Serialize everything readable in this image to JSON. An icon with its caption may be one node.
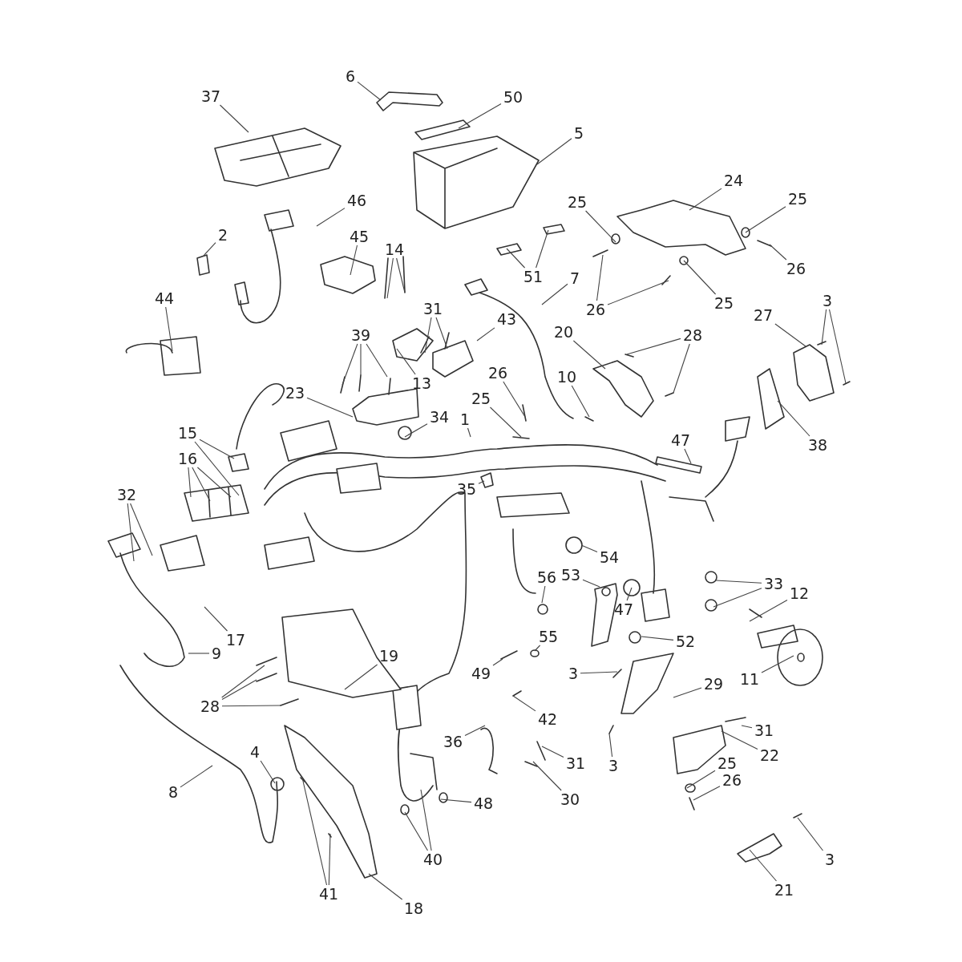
{
  "diagram": {
    "nodes": [
      {
        "text": [
          "6"
        ]
      },
      {
        "text": [
          "37"
        ]
      },
      {
        "text": [
          "50"
        ]
      },
      {
        "text": [
          "5"
        ]
      },
      {
        "text": [
          "2"
        ]
      },
      {
        "text": [
          "46"
        ]
      },
      {
        "text": [
          "45"
        ]
      },
      {
        "text": [
          "14"
        ]
      },
      {
        "text": [
          "24"
        ]
      },
      {
        "text": [
          "25"
        ]
      },
      {
        "text": [
          "25"
        ]
      },
      {
        "text": [
          "26"
        ]
      },
      {
        "text": [
          "26"
        ]
      },
      {
        "text": [
          "25"
        ]
      },
      {
        "text": [
          "51"
        ]
      },
      {
        "text": [
          "7"
        ]
      },
      {
        "text": [
          "44"
        ]
      },
      {
        "text": [
          "31"
        ]
      },
      {
        "text": [
          "43"
        ]
      },
      {
        "text": [
          "39"
        ]
      },
      {
        "text": [
          "13"
        ]
      },
      {
        "text": [
          "20"
        ]
      },
      {
        "text": [
          "28"
        ]
      },
      {
        "text": [
          "3"
        ]
      },
      {
        "text": [
          "27"
        ]
      },
      {
        "text": [
          "26"
        ]
      },
      {
        "text": [
          "25"
        ]
      },
      {
        "text": [
          "10"
        ]
      },
      {
        "text": [
          "23"
        ]
      },
      {
        "text": [
          "34"
        ]
      },
      {
        "text": [
          "1"
        ]
      },
      {
        "text": [
          "47"
        ]
      },
      {
        "text": [
          "38"
        ]
      },
      {
        "text": [
          "15"
        ]
      },
      {
        "text": [
          "16"
        ]
      },
      {
        "text": [
          "35"
        ]
      },
      {
        "text": [
          "32"
        ]
      },
      {
        "text": [
          "54"
        ]
      },
      {
        "text": [
          "53"
        ]
      },
      {
        "text": [
          "56"
        ]
      },
      {
        "text": [
          "33"
        ]
      },
      {
        "text": [
          "12"
        ]
      },
      {
        "text": [
          "47"
        ]
      },
      {
        "text": [
          "17"
        ]
      },
      {
        "text": [
          "9"
        ]
      },
      {
        "text": [
          "52"
        ]
      },
      {
        "text": [
          "19"
        ]
      },
      {
        "text": [
          "55"
        ]
      },
      {
        "text": [
          "49"
        ]
      },
      {
        "text": [
          "11"
        ]
      },
      {
        "text": [
          "3"
        ]
      },
      {
        "text": [
          "29"
        ]
      },
      {
        "text": [
          "28"
        ]
      },
      {
        "text": [
          "36"
        ]
      },
      {
        "text": [
          "42"
        ]
      },
      {
        "text": [
          "31"
        ]
      },
      {
        "text": [
          "22"
        ]
      },
      {
        "text": [
          "3"
        ]
      },
      {
        "text": [
          "31"
        ]
      },
      {
        "text": [
          "4"
        ]
      },
      {
        "text": [
          "8"
        ]
      },
      {
        "text": [
          "25"
        ]
      },
      {
        "text": [
          "26"
        ]
      },
      {
        "text": [
          "30"
        ]
      },
      {
        "text": [
          "48"
        ]
      },
      {
        "text": [
          "40"
        ]
      },
      {
        "text": [
          "3"
        ]
      },
      {
        "text": [
          "41"
        ]
      },
      {
        "text": [
          "18"
        ]
      },
      {
        "text": [
          "21"
        ]
      }
    ],
    "edges": [
      {
        "from": 0,
        "to": null,
        "arrow": "none"
      },
      {
        "from": 1,
        "to": null,
        "arrow": "none"
      },
      {
        "from": 2,
        "to": null,
        "arrow": "none"
      },
      {
        "from": 3,
        "to": null,
        "arrow": "none"
      },
      {
        "from": 4,
        "to": null,
        "arrow": "none"
      },
      {
        "from": 5,
        "to": null,
        "arrow": "none"
      },
      {
        "from": 6,
        "to": null,
        "arrow": "none"
      },
      {
        "from": 7,
        "to": null,
        "arrow": "none"
      },
      {
        "from": 7,
        "to": null,
        "arrow": "none"
      },
      {
        "from": 8,
        "to": null,
        "arrow": "none"
      },
      {
        "from": 9,
        "to": null,
        "arrow": "none"
      },
      {
        "from": 10,
        "to": null,
        "arrow": "none"
      },
      {
        "from": 11,
        "to": null,
        "arrow": "none"
      },
      {
        "from": 12,
        "to": null,
        "arrow": "none"
      },
      {
        "from": 12,
        "to": null,
        "arrow": "none"
      },
      {
        "from": 13,
        "to": null,
        "arrow": "none"
      },
      {
        "from": 14,
        "to": null,
        "arrow": "none"
      },
      {
        "from": 14,
        "to": null,
        "arrow": "none"
      },
      {
        "from": 15,
        "to": null,
        "arrow": "none"
      },
      {
        "from": 16,
        "to": null,
        "arrow": "none"
      },
      {
        "from": 17,
        "to": null,
        "arrow": "none"
      },
      {
        "from": 17,
        "to": null,
        "arrow": "none"
      },
      {
        "from": 18,
        "to": null,
        "arrow": "none"
      },
      {
        "from": 19,
        "to": null,
        "arrow": "none"
      },
      {
        "from": 19,
        "to": null,
        "arrow": "none"
      },
      {
        "from": 19,
        "to": null,
        "arrow": "none"
      },
      {
        "from": 20,
        "to": null,
        "arrow": "none"
      },
      {
        "from": 21,
        "to": null,
        "arrow": "none"
      },
      {
        "from": 22,
        "to": null,
        "arrow": "none"
      },
      {
        "from": 22,
        "to": null,
        "arrow": "none"
      },
      {
        "from": 23,
        "to": null,
        "arrow": "none"
      },
      {
        "from": 23,
        "to": null,
        "arrow": "none"
      },
      {
        "from": 24,
        "to": null,
        "arrow": "none"
      },
      {
        "from": 25,
        "to": null,
        "arrow": "none"
      },
      {
        "from": 26,
        "to": null,
        "arrow": "none"
      },
      {
        "from": 27,
        "to": null,
        "arrow": "none"
      },
      {
        "from": 28,
        "to": null,
        "arrow": "none"
      },
      {
        "from": 29,
        "to": null,
        "arrow": "none"
      },
      {
        "from": 30,
        "to": null,
        "arrow": "none"
      },
      {
        "from": 31,
        "to": null,
        "arrow": "none"
      },
      {
        "from": 32,
        "to": null,
        "arrow": "none"
      },
      {
        "from": 33,
        "to": null,
        "arrow": "none"
      },
      {
        "from": 33,
        "to": null,
        "arrow": "none"
      },
      {
        "from": 34,
        "to": null,
        "arrow": "none"
      },
      {
        "from": 34,
        "to": null,
        "arrow": "none"
      },
      {
        "from": 34,
        "to": null,
        "arrow": "none"
      },
      {
        "from": 35,
        "to": null,
        "arrow": "none"
      },
      {
        "from": 36,
        "to": null,
        "arrow": "none"
      },
      {
        "from": 36,
        "to": null,
        "arrow": "none"
      },
      {
        "from": 37,
        "to": null,
        "arrow": "none"
      },
      {
        "from": 38,
        "to": null,
        "arrow": "none"
      },
      {
        "from": 39,
        "to": null,
        "arrow": "none"
      },
      {
        "from": 40,
        "to": null,
        "arrow": "none"
      },
      {
        "from": 40,
        "to": null,
        "arrow": "none"
      },
      {
        "from": 41,
        "to": null,
        "arrow": "none"
      },
      {
        "from": 42,
        "to": null,
        "arrow": "none"
      },
      {
        "from": 43,
        "to": null,
        "arrow": "none"
      },
      {
        "from": 44,
        "to": null,
        "arrow": "none"
      },
      {
        "from": 45,
        "to": null,
        "arrow": "none"
      },
      {
        "from": 46,
        "to": null,
        "arrow": "none"
      },
      {
        "from": 47,
        "to": null,
        "arrow": "none"
      },
      {
        "from": 48,
        "to": null,
        "arrow": "none"
      },
      {
        "from": 49,
        "to": null,
        "arrow": "none"
      },
      {
        "from": 50,
        "to": null,
        "arrow": "none"
      },
      {
        "from": 51,
        "to": null,
        "arrow": "none"
      },
      {
        "from": 52,
        "to": null,
        "arrow": "none"
      },
      {
        "from": 52,
        "to": null,
        "arrow": "none"
      },
      {
        "from": 52,
        "to": null,
        "arrow": "none"
      },
      {
        "from": 53,
        "to": null,
        "arrow": "none"
      },
      {
        "from": 54,
        "to": null,
        "arrow": "none"
      },
      {
        "from": 55,
        "to": null,
        "arrow": "none"
      },
      {
        "from": 56,
        "to": null,
        "arrow": "none"
      },
      {
        "from": 57,
        "to": null,
        "arrow": "none"
      },
      {
        "from": 58,
        "to": null,
        "arrow": "none"
      },
      {
        "from": 59,
        "to": null,
        "arrow": "none"
      },
      {
        "from": 60,
        "to": null,
        "arrow": "none"
      },
      {
        "from": 61,
        "to": null,
        "arrow": "none"
      },
      {
        "from": 62,
        "to": null,
        "arrow": "none"
      },
      {
        "from": 63,
        "to": null,
        "arrow": "none"
      },
      {
        "from": 64,
        "to": null,
        "arrow": "none"
      },
      {
        "from": 65,
        "to": null,
        "arrow": "none"
      },
      {
        "from": 65,
        "to": null,
        "arrow": "none"
      },
      {
        "from": 66,
        "to": null,
        "arrow": "none"
      },
      {
        "from": 67,
        "to": null,
        "arrow": "none"
      },
      {
        "from": 67,
        "to": null,
        "arrow": "none"
      },
      {
        "from": 68,
        "to": null,
        "arrow": "none"
      },
      {
        "from": 69,
        "to": null,
        "arrow": "none"
      }
    ]
  }
}
